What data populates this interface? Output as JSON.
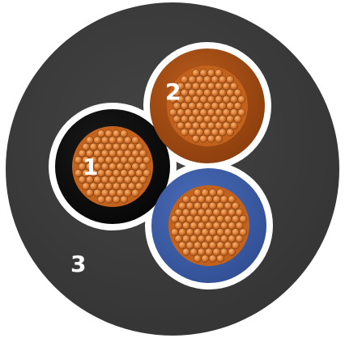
{
  "labels": {
    "conductor_1": "1",
    "conductor_2": "2",
    "sheath": "3"
  },
  "colors": {
    "sheath": "#3a3a3a",
    "filler": "#ffffff",
    "insulation_1": "#0b0b0b",
    "insulation_2": "#a24a12",
    "insulation_3": "#3d5fa8",
    "copper": "#d9782e",
    "copper_highlight": "#f0a466",
    "copper_shadow": "#8f4514",
    "label_text": "#ffffff"
  }
}
